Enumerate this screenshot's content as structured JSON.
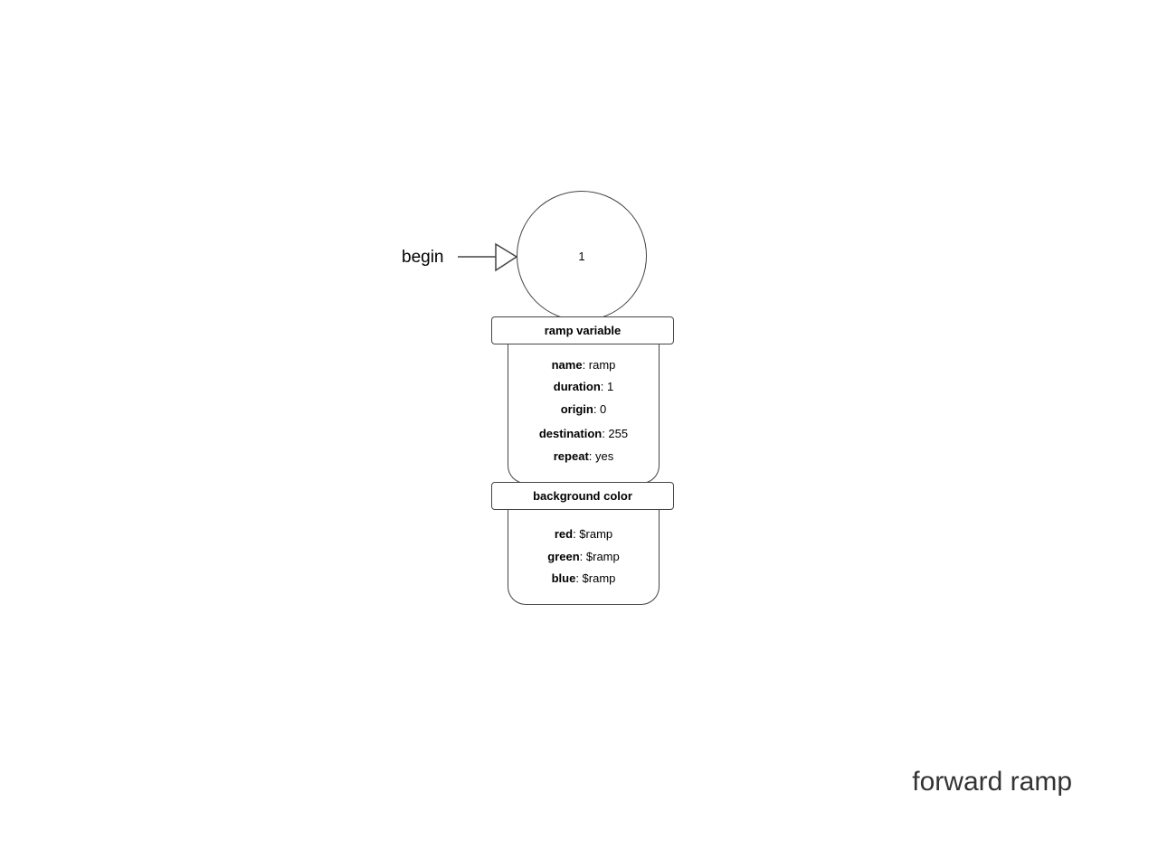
{
  "diagram": {
    "begin_label": "begin",
    "state": {
      "label": "1"
    },
    "cards": [
      {
        "title": "ramp variable",
        "properties": [
          {
            "key": "name",
            "value": ": ramp"
          },
          {
            "key": "duration",
            "value": ": 1"
          },
          {
            "key": "origin",
            "value": ": 0"
          },
          {
            "key": "destination",
            "value": ": 255"
          },
          {
            "key": "repeat",
            "value": ": yes"
          }
        ]
      },
      {
        "title": "background color",
        "properties": [
          {
            "key": "red",
            "value": ": $ramp"
          },
          {
            "key": "green",
            "value": ": $ramp"
          },
          {
            "key": "blue",
            "value": ": $ramp"
          }
        ]
      }
    ],
    "caption": "forward ramp"
  },
  "colors": {
    "stroke": "#444444",
    "caption": "#333333",
    "background": "#ffffff"
  }
}
